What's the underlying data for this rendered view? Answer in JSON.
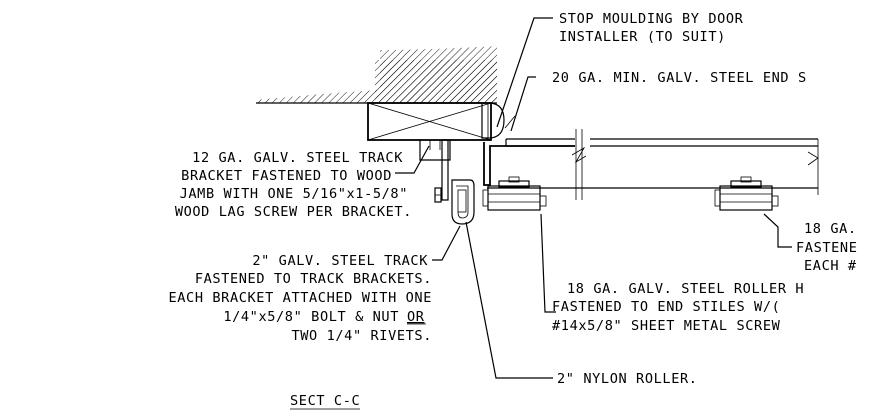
{
  "callouts": {
    "stop_moulding": [
      "STOP MOULDING BY DOOR",
      "INSTALLER (TO SUIT)"
    ],
    "end_stile": [
      "20 GA. MIN. GALV. STEEL END S"
    ],
    "track_bracket": [
      "12 GA. GALV. STEEL TRACK",
      "BRACKET FASTENED TO WOOD",
      "JAMB WITH ONE 5/16\"x1-5/8\"",
      "WOOD LAG SCREW PER BRACKET."
    ],
    "steel_track": [
      "2\" GALV. STEEL TRACK",
      "FASTENED TO TRACK BRACKETS.",
      "EACH BRACKET ATTACHED WITH ONE",
      "1/4\"x5/8\" BOLT & NUT",
      "TWO 1/4\" RIVETS."
    ],
    "steel_track_or": "OR",
    "roller_hinge": [
      "18 GA. GALV. STEEL ROLLER H",
      "FASTENED TO END STILES W/(",
      "#14x5/8\" SHEET METAL SCREW"
    ],
    "right_hinge": [
      "18 GA.",
      "FASTENE",
      "EACH #"
    ],
    "nylon_roller": [
      "2\" NYLON ROLLER."
    ],
    "section_title": "SECT C-C"
  }
}
